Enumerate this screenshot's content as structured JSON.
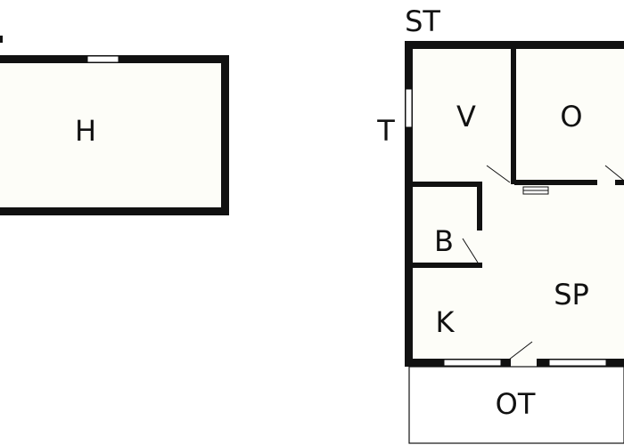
{
  "floorplan": {
    "rooms": {
      "h": "H",
      "v": "V",
      "o": "O",
      "b": "B",
      "k": "K",
      "sp": "SP",
      "ot": "OT"
    },
    "directions": {
      "st": "ST",
      "t": "T"
    }
  }
}
